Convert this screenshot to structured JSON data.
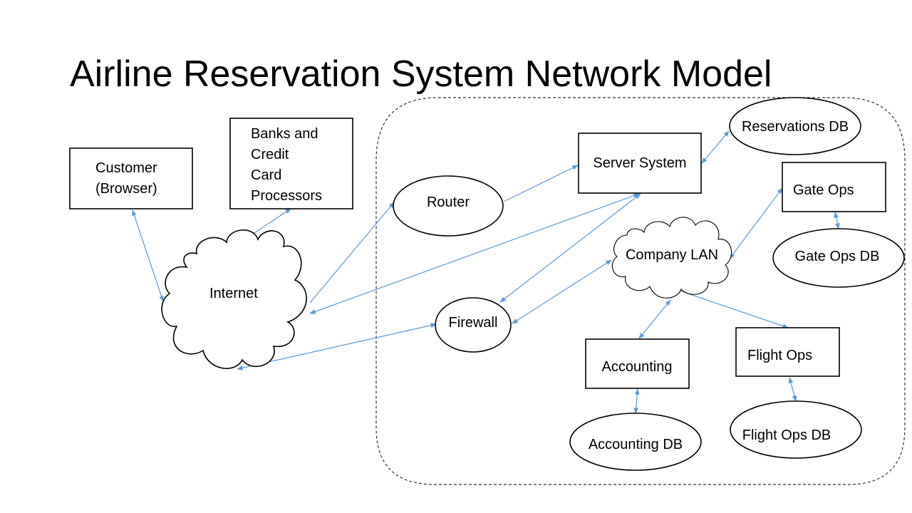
{
  "slide": {
    "title": "Airline Reservation System Network Model"
  },
  "nodes": {
    "customer": {
      "lines": [
        "Customer",
        "(Browser)"
      ],
      "shape": "rectangle"
    },
    "banks": {
      "lines": [
        "Banks and",
        "Credit",
        "Card",
        "Processors"
      ],
      "shape": "rectangle"
    },
    "internet": {
      "label": "Internet",
      "shape": "cloud"
    },
    "router": {
      "label": "Router",
      "shape": "ellipse"
    },
    "firewall": {
      "label": "Firewall",
      "shape": "ellipse"
    },
    "server_system": {
      "label": "Server System",
      "shape": "rectangle"
    },
    "reservations_db": {
      "label": "Reservations DB",
      "shape": "ellipse"
    },
    "company_lan": {
      "label": "Company LAN",
      "shape": "cloud"
    },
    "gate_ops": {
      "label": "Gate Ops",
      "shape": "rectangle"
    },
    "gate_ops_db": {
      "label": "Gate Ops DB",
      "shape": "ellipse"
    },
    "accounting": {
      "label": "Accounting",
      "shape": "rectangle"
    },
    "accounting_db": {
      "label": "Accounting DB",
      "shape": "ellipse"
    },
    "flight_ops": {
      "label": "Flight Ops",
      "shape": "rectangle"
    },
    "flight_ops_db": {
      "label": "Flight Ops DB",
      "shape": "ellipse"
    }
  },
  "edges": [
    {
      "from": "customer",
      "to": "internet",
      "directed": "both"
    },
    {
      "from": "banks",
      "to": "internet",
      "directed": "both"
    },
    {
      "from": "internet",
      "to": "router",
      "directed": "to"
    },
    {
      "from": "router",
      "to": "server_system",
      "directed": "to"
    },
    {
      "from": "server_system",
      "to": "internet",
      "directed": "both"
    },
    {
      "from": "server_system",
      "to": "firewall",
      "directed": "both"
    },
    {
      "from": "internet",
      "to": "firewall",
      "directed": "both"
    },
    {
      "from": "firewall",
      "to": "company_lan",
      "directed": "both"
    },
    {
      "from": "server_system",
      "to": "reservations_db",
      "directed": "both"
    },
    {
      "from": "company_lan",
      "to": "gate_ops",
      "directed": "both"
    },
    {
      "from": "gate_ops",
      "to": "gate_ops_db",
      "directed": "both"
    },
    {
      "from": "company_lan",
      "to": "accounting",
      "directed": "both"
    },
    {
      "from": "company_lan",
      "to": "flight_ops",
      "directed": "both"
    },
    {
      "from": "accounting",
      "to": "accounting_db",
      "directed": "both"
    },
    {
      "from": "flight_ops",
      "to": "flight_ops_db",
      "directed": "both"
    }
  ],
  "colors": {
    "edge": "#5b9bd5",
    "node_stroke": "#000000",
    "boundary_stroke": "#333333"
  }
}
